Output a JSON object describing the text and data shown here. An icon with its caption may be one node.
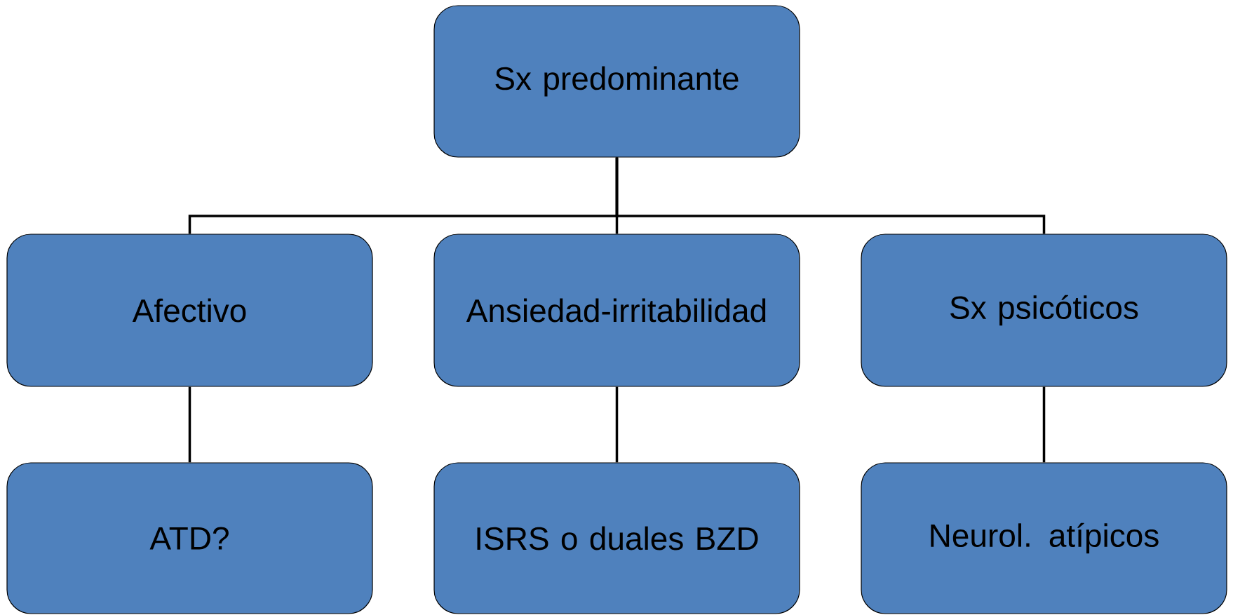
{
  "diagram": {
    "nodes": [
      {
        "text": [
          "Sx predominante"
        ]
      },
      {
        "text": [
          "Afectivo"
        ]
      },
      {
        "text": [
          "Ansiedad-irritabilidad"
        ]
      },
      {
        "text": [
          "Sx psicóticos"
        ]
      },
      {
        "text": [
          "ATD?"
        ]
      },
      {
        "text": [
          "ISRS o duales BZD"
        ]
      },
      {
        "text": [
          "Neurol. atípicos"
        ]
      }
    ],
    "edges": [
      {
        "from": 0,
        "to": 1,
        "arrow": "none"
      },
      {
        "from": 0,
        "to": 2,
        "arrow": "none"
      },
      {
        "from": 0,
        "to": 3,
        "arrow": "none"
      },
      {
        "from": 1,
        "to": 4,
        "arrow": "none"
      },
      {
        "from": 2,
        "to": 5,
        "arrow": "none"
      },
      {
        "from": 3,
        "to": 6,
        "arrow": "none"
      }
    ]
  }
}
